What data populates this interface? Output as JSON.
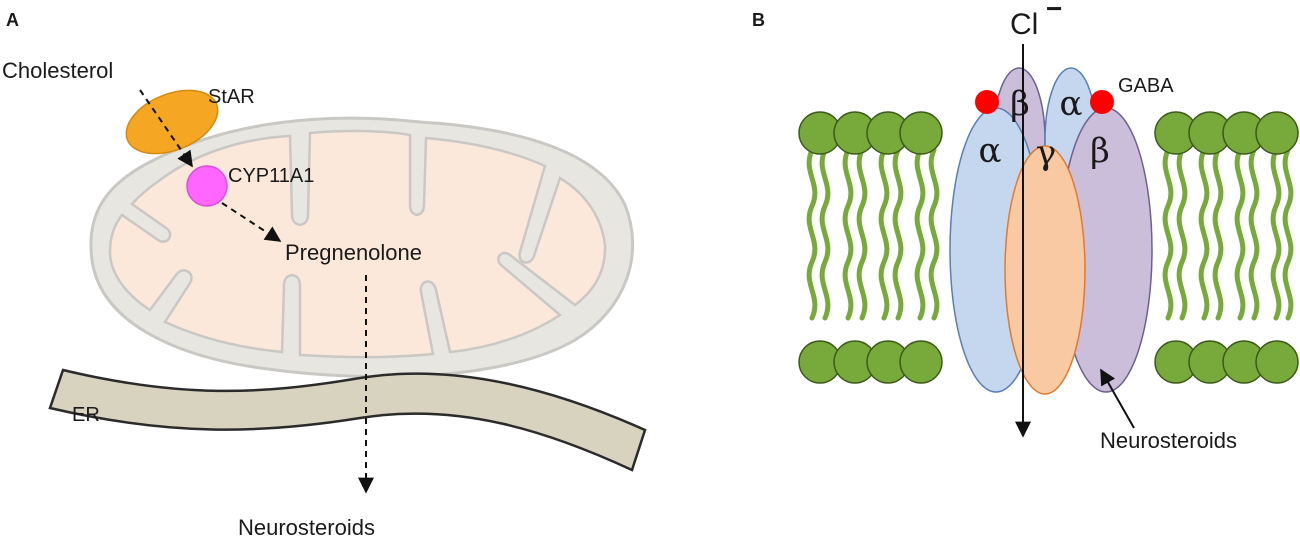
{
  "panel_a": {
    "letter": "A",
    "cholesterol": "Cholesterol",
    "star": "StAR",
    "cyp": "CYP11A1",
    "pregnenolone": "Pregnenolone",
    "er": "ER",
    "neurosteroids": "Neurosteroids"
  },
  "panel_b": {
    "letter": "B",
    "chloride": "Cl",
    "chloride_charge": "−",
    "gaba": "GABA",
    "neurosteroids": "Neurosteroids",
    "subunits": {
      "alpha_left": "α",
      "beta_top": "β",
      "alpha_top": "α",
      "gamma": "γ",
      "beta_right": "β"
    }
  },
  "colors": {
    "mito_outer": "#e8e6e1",
    "mito_inner": "#fce8da",
    "star": "#f5a623",
    "cyp": "#ff66ff",
    "er": "#d8d3bf",
    "lipid": "#77a93b",
    "lipid_dark": "#3d5a1a",
    "alpha": "#c5d7ef",
    "beta": "#cbbedb",
    "gamma": "#f9c9a4",
    "gaba": "#ff0000"
  }
}
